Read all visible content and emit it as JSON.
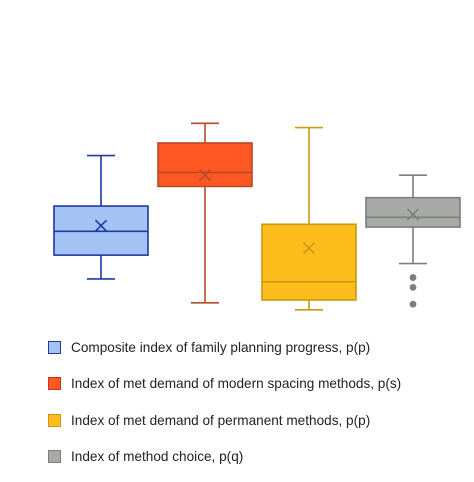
{
  "chart_data": {
    "type": "box",
    "title": "",
    "xlabel": "",
    "ylabel": "",
    "ylim": [
      0,
      100
    ],
    "grid": false,
    "legend_position": "bottom",
    "series": [
      {
        "name": "Composite index of family planning progress, p(p)",
        "fill": "#a4c2f4",
        "stroke": "#1f3aa0",
        "min": 25,
        "q1": 42,
        "median": 59,
        "q3": 77,
        "max": 113,
        "mean": 63,
        "outliers": []
      },
      {
        "name": "Index of met demand of modern spacing methods, p(s)",
        "fill": "#ff5722",
        "stroke": "#b44b2a",
        "min": 8,
        "q1": 91,
        "median": 101,
        "q3": 122,
        "max": 136,
        "mean": 99,
        "outliers": []
      },
      {
        "name": "Index of met demand of permanent methods, p(p)",
        "fill": "#fbbc1c",
        "stroke": "#c99a10",
        "min": 3,
        "q1": 10,
        "median": 23,
        "q3": 64,
        "max": 133,
        "mean": 47,
        "outliers": []
      },
      {
        "name": "Index of method choice, p(q)",
        "fill": "#a7aaa7",
        "stroke": "#7c7f7c",
        "min": 36,
        "q1": 62,
        "median": 69,
        "q3": 83,
        "max": 99,
        "mean": 71,
        "outliers": [
          26,
          19,
          7
        ]
      }
    ]
  },
  "legend": {
    "items": [
      {
        "label": "Composite index of family planning progress, p(p)",
        "fill": "#a4c2f4",
        "border": "#1f3aa0"
      },
      {
        "label": "Index of met demand of modern spacing methods, p(s)",
        "fill": "#ff5722",
        "border": "#c0391a"
      },
      {
        "label": "Index of met demand of permanent methods, p(p)",
        "fill": "#fbbc1c",
        "border": "#c99a10"
      },
      {
        "label": "Index of method choice, p(q)",
        "fill": "#a7aaa7",
        "border": "#7c7f7c"
      }
    ]
  }
}
